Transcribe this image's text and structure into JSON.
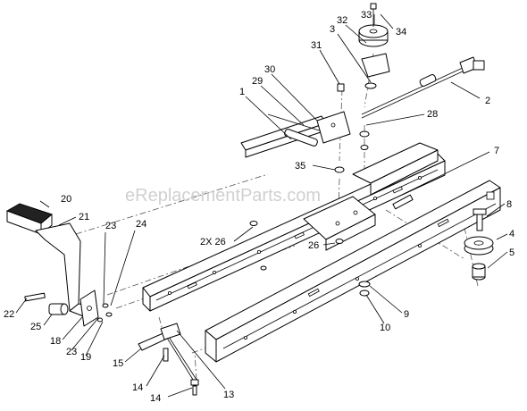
{
  "watermark": "eReplacementParts.com",
  "callouts": [
    {
      "id": "33",
      "text": "33"
    },
    {
      "id": "34",
      "text": "34"
    },
    {
      "id": "32",
      "text": "32"
    },
    {
      "id": "3",
      "text": "3"
    },
    {
      "id": "31",
      "text": "31"
    },
    {
      "id": "30",
      "text": "30"
    },
    {
      "id": "29",
      "text": "29"
    },
    {
      "id": "1",
      "text": "1"
    },
    {
      "id": "2",
      "text": "2"
    },
    {
      "id": "28",
      "text": "28"
    },
    {
      "id": "7",
      "text": "7"
    },
    {
      "id": "35",
      "text": "35"
    },
    {
      "id": "20",
      "text": "20"
    },
    {
      "id": "21",
      "text": "21"
    },
    {
      "id": "23a",
      "text": "23"
    },
    {
      "id": "24",
      "text": "24"
    },
    {
      "id": "2x26",
      "text": "2X 26"
    },
    {
      "id": "26",
      "text": "26"
    },
    {
      "id": "8",
      "text": "8"
    },
    {
      "id": "4",
      "text": "4"
    },
    {
      "id": "5",
      "text": "5"
    },
    {
      "id": "22",
      "text": "22"
    },
    {
      "id": "25",
      "text": "25"
    },
    {
      "id": "18",
      "text": "18"
    },
    {
      "id": "23b",
      "text": "23"
    },
    {
      "id": "19",
      "text": "19"
    },
    {
      "id": "9",
      "text": "9"
    },
    {
      "id": "10",
      "text": "10"
    },
    {
      "id": "15",
      "text": "15"
    },
    {
      "id": "14a",
      "text": "14"
    },
    {
      "id": "13",
      "text": "13"
    },
    {
      "id": "14b",
      "text": "14"
    }
  ]
}
